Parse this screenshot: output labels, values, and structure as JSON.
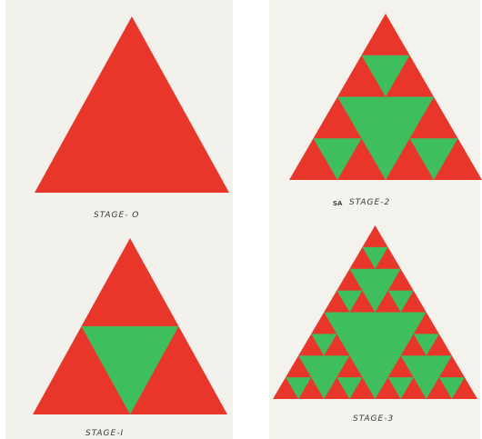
{
  "colors": {
    "red": "#e8372a",
    "green": "#3fbe5e",
    "paper": "#f3f2ed",
    "ink": "#3a3a3a"
  },
  "panels": [
    {
      "caption": "STAGE- O",
      "stage": 0
    },
    {
      "caption": "STAGE-2",
      "mark": "SA",
      "stage": 2
    },
    {
      "caption": "STAGE-I",
      "stage": 1
    },
    {
      "caption": "STAGE-3",
      "stage": 3
    }
  ]
}
